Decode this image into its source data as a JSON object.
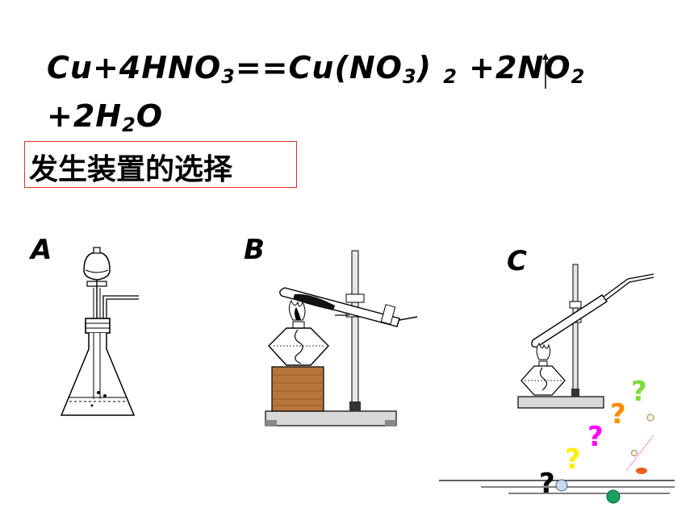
{
  "equation": {
    "line1": [
      {
        "t": "Cu+4HNO"
      },
      {
        "s": "3"
      },
      {
        "t": "==Cu(NO"
      },
      {
        "s": "3"
      },
      {
        "t": ") "
      },
      {
        "s": "2"
      },
      {
        "t": " +2NO"
      },
      {
        "s": "2"
      }
    ],
    "line2": [
      {
        "t": "+2H"
      },
      {
        "s": "2"
      },
      {
        "t": "O"
      }
    ]
  },
  "section_title": "发生装置的选择",
  "apparatus": {
    "a": {
      "label": "A"
    },
    "b": {
      "label": "B"
    },
    "c": {
      "label": "C"
    }
  },
  "question_marks": [
    {
      "char": "?",
      "color": "#7ddc3a"
    },
    {
      "char": "?",
      "color": "#ff8c00"
    },
    {
      "char": "?",
      "color": "#ff00ff"
    },
    {
      "char": "?",
      "color": "#ffee00"
    },
    {
      "char": "?",
      "color": "#000000"
    }
  ],
  "colors": {
    "title_border": "#e03030",
    "text": "#000000",
    "wood": "#b8743c"
  }
}
